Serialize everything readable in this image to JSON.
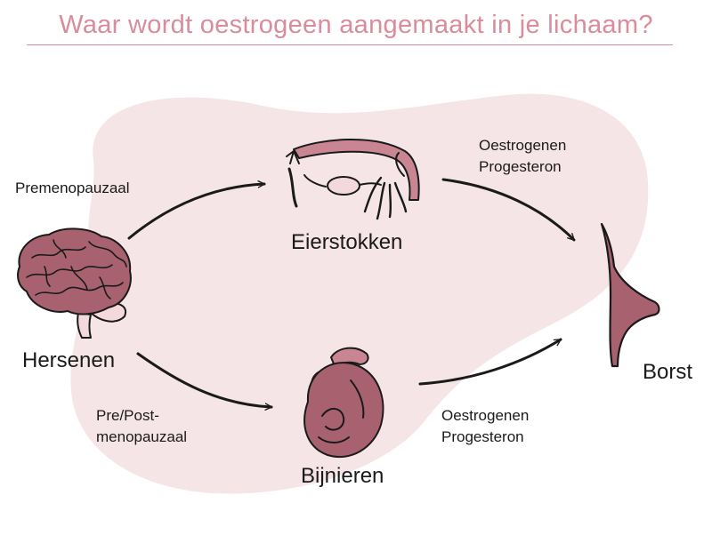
{
  "title": "Waar wordt oestrogeen aangemaakt in je lichaam?",
  "nodes": {
    "hersenen": "Hersenen",
    "eierstokken": "Eierstokken",
    "bijnieren": "Bijnieren",
    "borst": "Borst"
  },
  "edges": {
    "premenopauzaal": "Premenopauzaal",
    "pre_post_1": "Pre/Post-",
    "pre_post_2": "menopauzaal",
    "ovary_hormone_1": "Oestrogenen",
    "ovary_hormone_2": "Progesteron",
    "adrenal_hormone_1": "Oestrogenen",
    "adrenal_hormone_2": "Progesteron"
  },
  "colors": {
    "title": "#d98c9b",
    "background_blob": "#f6e5e7",
    "organ_fill": "#a8626f",
    "organ_light": "#c98591",
    "line": "#1a1a1a"
  },
  "icons": [
    "brain-icon",
    "ovaries-uterus-icon",
    "adrenal-kidney-icon",
    "breast-icon"
  ]
}
